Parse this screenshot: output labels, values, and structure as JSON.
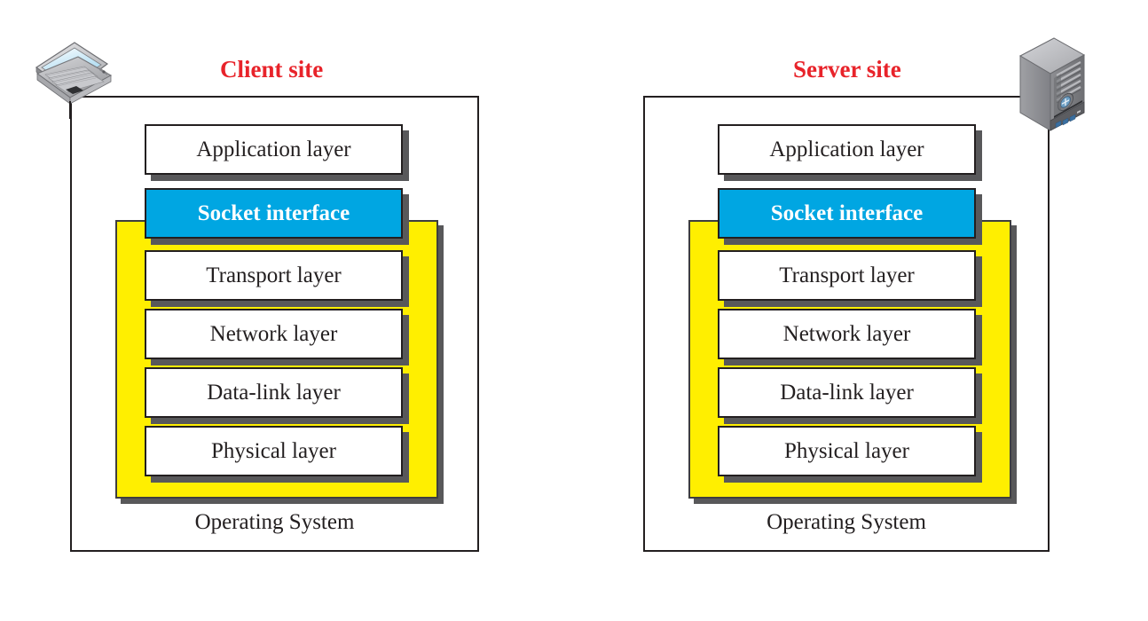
{
  "diagram": {
    "title_client": "Client site",
    "title_server": "Server site",
    "accent_red": "#e8232a",
    "socket_blue": "#00a6e2",
    "os_yellow": "#ffef00",
    "box_border": "#231f20",
    "shadow_gray": "#58585a"
  },
  "sites": [
    {
      "id": "client",
      "title": "Client site",
      "device_icon": "laptop-icon",
      "os_label": "Operating System",
      "layers": [
        {
          "label": "Application layer",
          "kind": "plain",
          "in_os": false
        },
        {
          "label": "Socket interface",
          "kind": "socket",
          "in_os": false
        },
        {
          "label": "Transport layer",
          "kind": "plain",
          "in_os": true
        },
        {
          "label": "Network layer",
          "kind": "plain",
          "in_os": true
        },
        {
          "label": "Data-link layer",
          "kind": "plain",
          "in_os": true
        },
        {
          "label": "Physical layer",
          "kind": "plain",
          "in_os": true
        }
      ]
    },
    {
      "id": "server",
      "title": "Server site",
      "device_icon": "server-tower-icon",
      "os_label": "Operating System",
      "layers": [
        {
          "label": "Application layer",
          "kind": "plain",
          "in_os": false
        },
        {
          "label": "Socket interface",
          "kind": "socket",
          "in_os": false
        },
        {
          "label": "Transport layer",
          "kind": "plain",
          "in_os": true
        },
        {
          "label": "Network layer",
          "kind": "plain",
          "in_os": true
        },
        {
          "label": "Data-link layer",
          "kind": "plain",
          "in_os": true
        },
        {
          "label": "Physical layer",
          "kind": "plain",
          "in_os": true
        }
      ]
    }
  ]
}
